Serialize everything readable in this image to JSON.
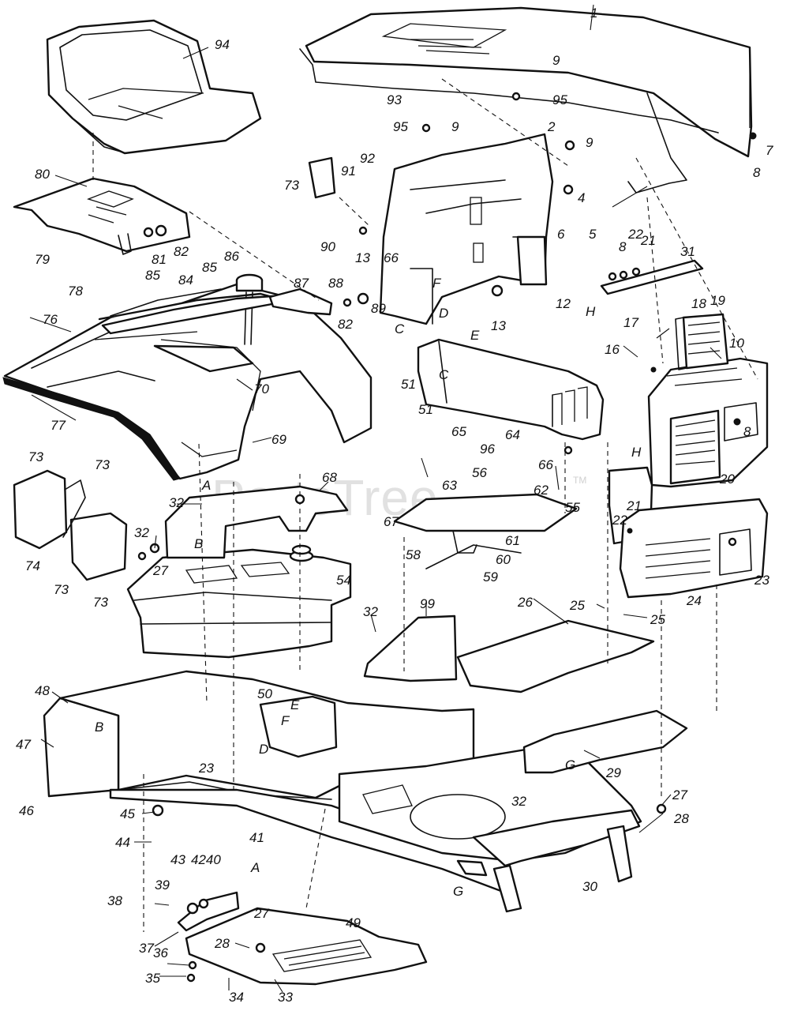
{
  "diagram": {
    "watermark": "PartsTree",
    "watermark_tm": "TM"
  },
  "callouts": {
    "c1": "1",
    "c2": "2",
    "c4": "4",
    "c5a": "5",
    "c6": "6",
    "c7": "7",
    "c8a": "8",
    "c8b": "8",
    "c8c": "8",
    "c9a": "9",
    "c9b": "9",
    "c9c": "9",
    "c10": "10",
    "c12": "12",
    "c13a": "13",
    "c13b": "13",
    "c16": "16",
    "c17": "17",
    "c18": "18",
    "c19": "19",
    "c20": "20",
    "c21a": "21",
    "c21b": "21",
    "c22a": "22",
    "c22b": "22",
    "c23a": "23",
    "c23b": "23",
    "c24": "24",
    "c25a": "25",
    "c25b": "25",
    "c26": "26",
    "c27a": "27",
    "c27b": "27",
    "c27c": "27",
    "c28a": "28",
    "c28b": "28",
    "c29": "29",
    "c30": "30",
    "c31": "31",
    "c32a": "32",
    "c32b": "32",
    "c32c": "32",
    "c32d": "32",
    "c33": "33",
    "c34": "34",
    "c35": "35",
    "c36": "36",
    "c37": "37",
    "c38": "38",
    "c39": "39",
    "c4240": "4240",
    "c41": "41",
    "c43": "43",
    "c44": "44",
    "c45": "45",
    "c46": "46",
    "c47": "47",
    "c48": "48",
    "c49": "49",
    "c50": "50",
    "c51a": "51",
    "c51b": "51",
    "c54": "54",
    "c55": "55",
    "c56": "56",
    "c58": "58",
    "c59": "59",
    "c60": "60",
    "c61": "61",
    "c62": "62",
    "c63": "63",
    "c64": "64",
    "c65": "65",
    "c66a": "66",
    "c66b": "66",
    "c67": "67",
    "c68": "68",
    "c69": "69",
    "c70": "70",
    "c73a": "73",
    "c73b": "73",
    "c73c": "73",
    "c73d": "73",
    "c73e": "73",
    "c74": "74",
    "c76": "76",
    "c77": "77",
    "c78": "78",
    "c79": "79",
    "c80": "80",
    "c81": "81",
    "c82a": "82",
    "c82b": "82",
    "c84": "84",
    "c85a": "85",
    "c85b": "85",
    "c86": "86",
    "c87": "87",
    "c88": "88",
    "c89": "89",
    "c90": "90",
    "c91": "91",
    "c92": "92",
    "c93": "93",
    "c94": "94",
    "c95a": "95",
    "c95b": "95",
    "c96": "96",
    "c99": "99"
  },
  "letters": {
    "A1": "A",
    "A2": "A",
    "B1": "B",
    "B2": "B",
    "C1": "C",
    "C2": "C",
    "D1": "D",
    "D2": "D",
    "E1": "E",
    "E2": "E",
    "F1": "F",
    "F2": "F",
    "G1": "G",
    "G2": "G",
    "H1": "H",
    "H2": "H"
  }
}
